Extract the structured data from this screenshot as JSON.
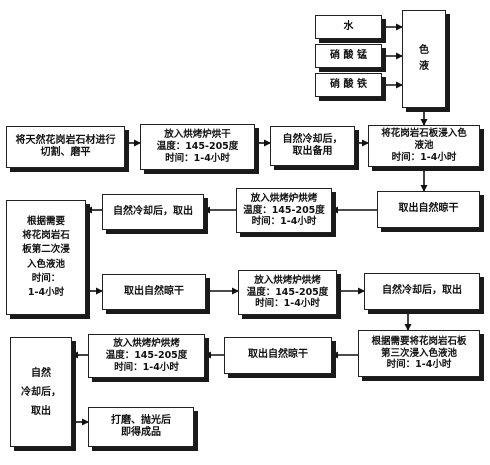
{
  "ingredients": {
    "water": "水",
    "manganese_nitrate": "硝 酸 锰",
    "iron_nitrate": "硝 酸 铁"
  },
  "color_liquid": {
    "line1": "色",
    "line2": "液"
  },
  "step1": {
    "line1": "将天然花岗岩石材进行",
    "line2": "切割、磨平"
  },
  "bake": {
    "line1": "放入烘烤炉烘干",
    "line2": "温度：145-205度",
    "line3": "时间：1-4小时"
  },
  "cool1": {
    "line1": "自然冷却后，",
    "line2": "取出备用"
  },
  "dip1": {
    "line1": "将花岗岩石板浸入色",
    "line2": "液池",
    "line3": "时间：1-4小时"
  },
  "dry1": {
    "text": "取出自然晾干"
  },
  "bake2": {
    "line1": "放入烘烤炉烘烤",
    "line2": "温度：145-205度",
    "line3": "时间：1-4小时"
  },
  "cool2": {
    "text": "自然冷却后，取出"
  },
  "dip2": {
    "l1": "根据需要",
    "l2": "将花岗岩石",
    "l3": "板第二次浸",
    "l4": "入色液池",
    "l5": "时间：",
    "l6": "1-4小时"
  },
  "dry2": {
    "text": "取出自然晾干"
  },
  "bake3": {
    "line1": "放入烘烤炉烘烤",
    "line2": "温度：145-205度",
    "line3": "时间：1-4小时"
  },
  "cool3": {
    "text": "自然冷却后，取出"
  },
  "dip3": {
    "line1": "根据需要将花岗岩石板",
    "line2": "第三次浸入色液池",
    "line3": "时间：1-4小时"
  },
  "dry3": {
    "text": "取出自然晾干"
  },
  "bake4": {
    "line1": "放入烘烤炉烘烤",
    "line2": "温度：145-205度",
    "line3": "时间：1-4小时"
  },
  "cool4": {
    "l1": "自然",
    "l2": "冷却后，",
    "l3": "取出"
  },
  "final": {
    "line1": "打磨、抛光后",
    "line2": "即得成品"
  }
}
